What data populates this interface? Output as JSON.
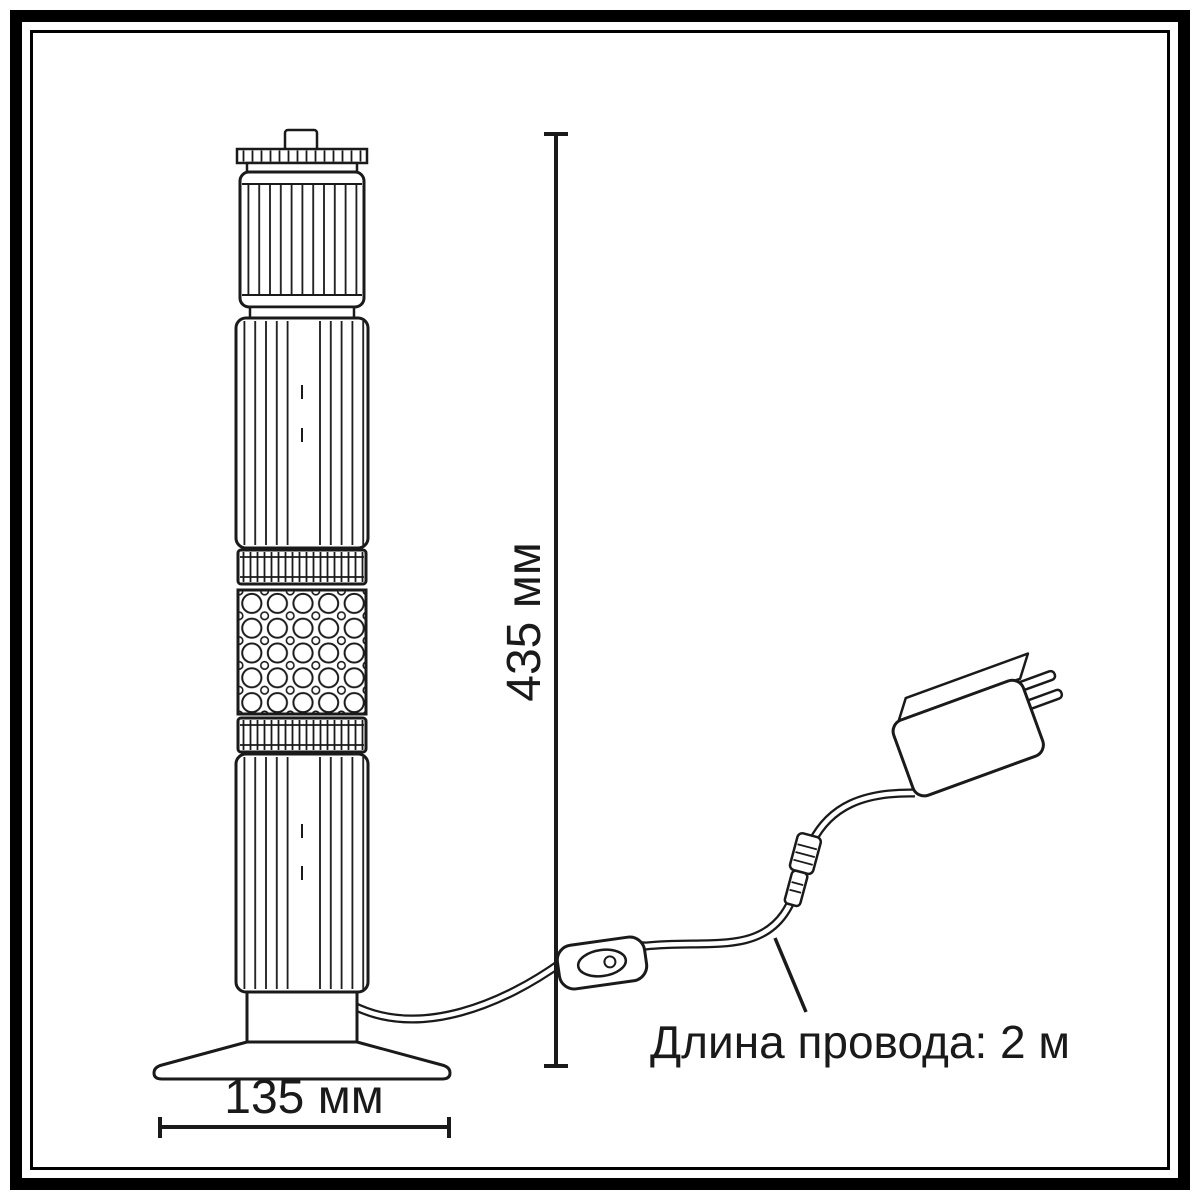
{
  "diagram": {
    "dimensions": {
      "height_label": "435 мм",
      "width_label": "135 мм"
    },
    "annotations": {
      "cable_length": "Длина провода: 2 м"
    },
    "colors": {
      "line": "#1a1a1a",
      "background": "#ffffff"
    }
  }
}
